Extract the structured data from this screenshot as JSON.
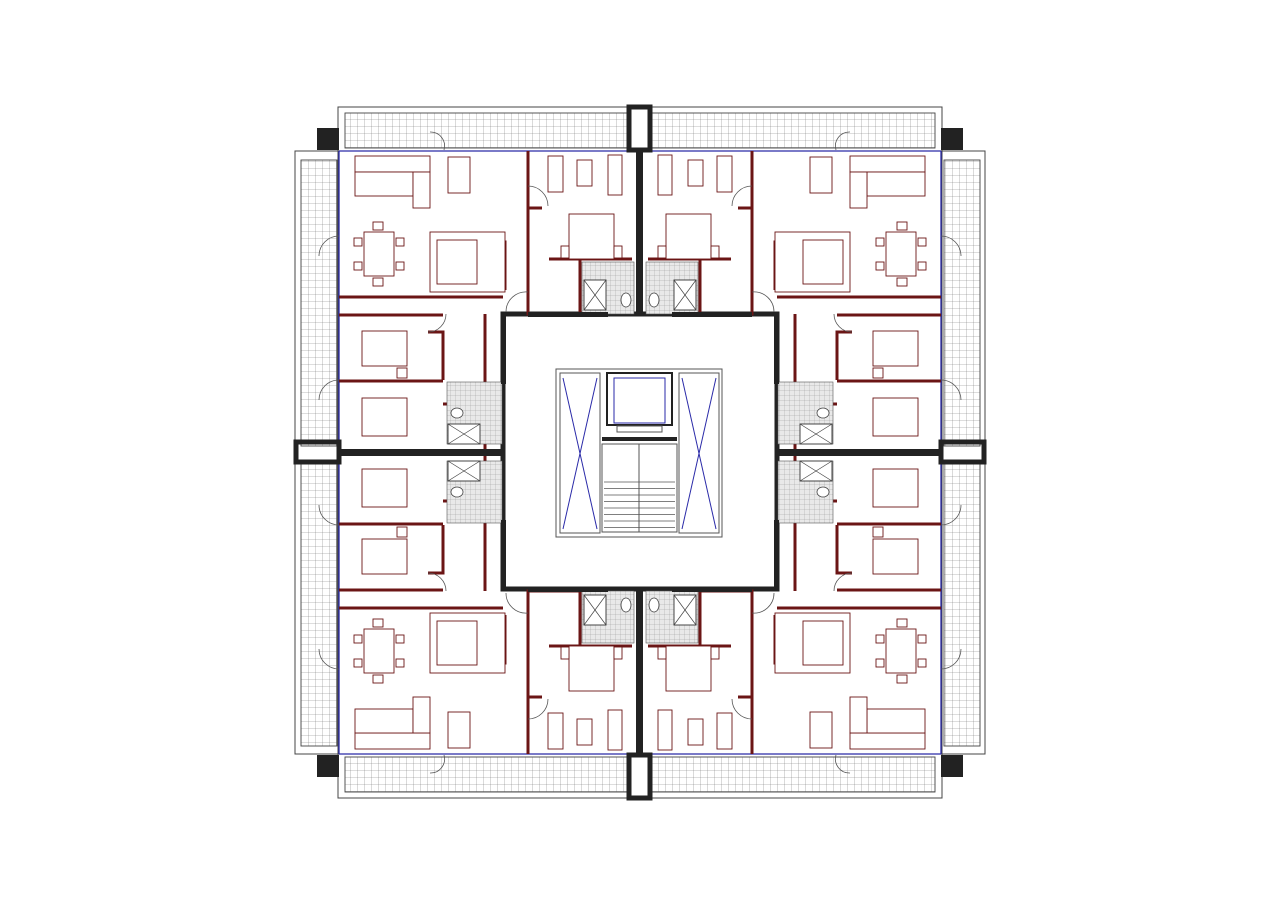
{
  "plan": {
    "symmetry": "four-fold",
    "quadrants": 4,
    "apartments_per_quadrant": 2,
    "core": {
      "elevators": 2,
      "stair": true
    },
    "colors": {
      "structure": "#222222",
      "interior_walls": "#6b1515",
      "glazing": "#2a2aa8",
      "balcony_grid": "#777777",
      "wet_tile": "#999999",
      "background": "#ffffff"
    },
    "icons": [
      "dining-table-icon",
      "sofa-icon",
      "bed-icon",
      "toilet-icon",
      "shower-icon",
      "elevator-icon",
      "stair-icon"
    ]
  }
}
